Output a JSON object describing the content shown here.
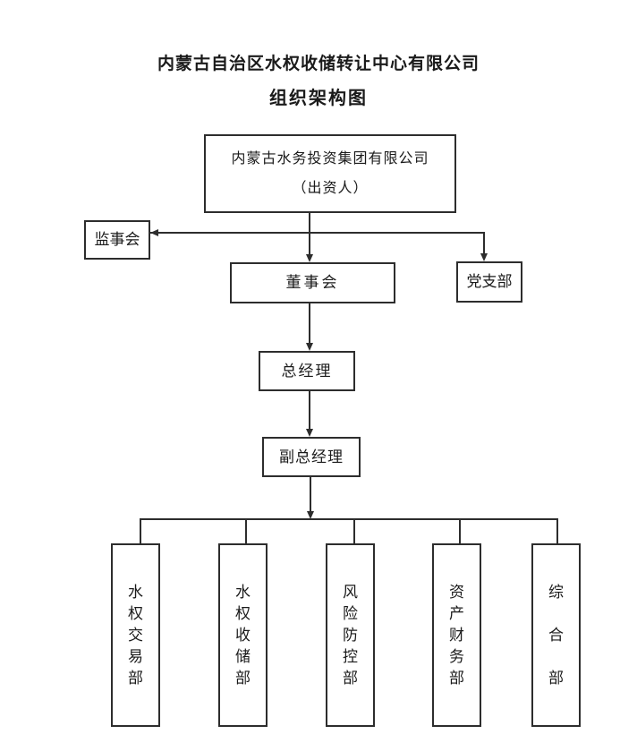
{
  "page": {
    "title_line1": "内蒙古自治区水权收储转让中心有限公司",
    "title_line2": "组织架构图"
  },
  "org": {
    "investor": {
      "line1": "内蒙古水务投资集团有限公司",
      "line2": "（出资人）"
    },
    "supervisory_board": "监事会",
    "board_of_directors": "董事会",
    "party_branch": "党支部",
    "general_manager": "总经理",
    "deputy_general_manager": "副总经理",
    "departments": [
      "水权交易部",
      "水权收储部",
      "风险防控部",
      "资产财务部",
      "综合部"
    ]
  },
  "colors": {
    "ink": "#2d2d2d",
    "background": "#ffffff"
  }
}
